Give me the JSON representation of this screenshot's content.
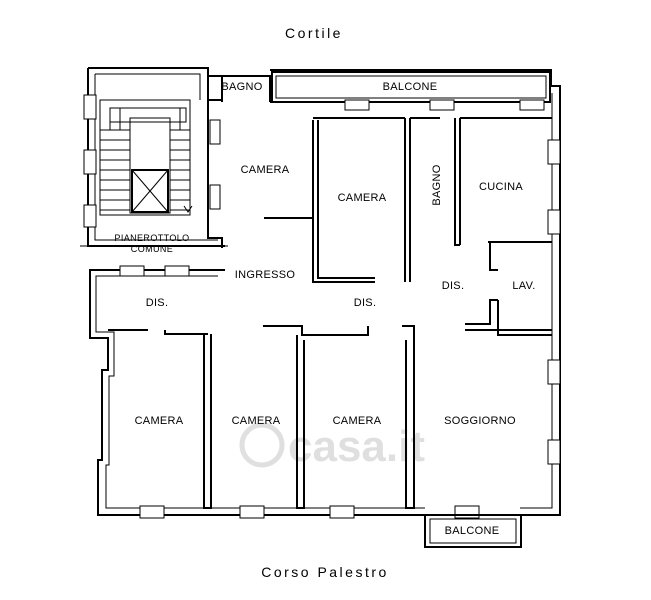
{
  "labels": {
    "top_street": "Cortile",
    "bottom_street": "Corso Palestro",
    "bagno_top": "BAGNO",
    "balcone_top": "BALCONE",
    "camera_upper_left": "CAMERA",
    "camera_upper_mid": "CAMERA",
    "bagno_vertical": "BAGNO",
    "cucina": "CUCINA",
    "pianerottolo": "PIANEROTTOLO",
    "comune": "COMUNE",
    "ingresso": "INGRESSO",
    "dis_left": "DIS.",
    "dis_mid": "DIS.",
    "dis_right": "DIS.",
    "lav": "LAV.",
    "camera_lower_1": "CAMERA",
    "camera_lower_2": "CAMERA",
    "camera_lower_3": "CAMERA",
    "soggiorno": "SOGGIORNO",
    "balcone_bottom": "BALCONE",
    "watermark": "casa.it"
  }
}
